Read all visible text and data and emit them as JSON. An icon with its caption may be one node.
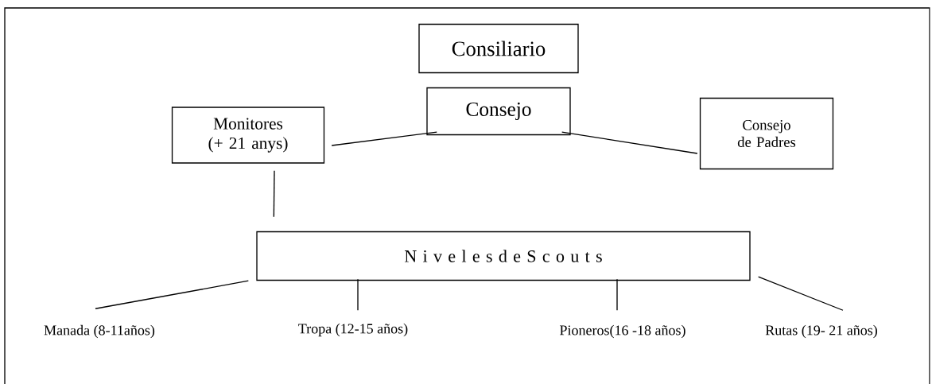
{
  "diagram": {
    "nodes": [
      {
        "text": [
          "Consiliario"
        ]
      },
      {
        "text": [
          "Consejo"
        ]
      },
      {
        "text": [
          "Monitores (+ 21  anys)"
        ]
      },
      {
        "text": [
          "Consejo de Padres"
        ]
      },
      {
        "text": [
          "N i v e l e s d e S c o u t s"
        ]
      },
      {
        "text": [
          "Manada (8-11años)"
        ]
      },
      {
        "text": [
          "Tropa (12-15 años)"
        ]
      },
      {
        "text": [
          "Pioneros(16 -18 años)"
        ]
      },
      {
        "text": [
          "Rutas (19- 21 años)"
        ]
      }
    ],
    "edges": [
      {
        "from": 2,
        "to": 1,
        "arrow": "none"
      },
      {
        "from": 1,
        "to": 3,
        "arrow": "none"
      },
      {
        "from": 2,
        "to": 4,
        "arrow": "none"
      },
      {
        "from": 4,
        "to": 5,
        "arrow": "none"
      },
      {
        "from": 4,
        "to": 6,
        "arrow": "none"
      },
      {
        "from": 4,
        "to": 7,
        "arrow": "none"
      },
      {
        "from": 4,
        "to": 8,
        "arrow": "none"
      }
    ]
  }
}
